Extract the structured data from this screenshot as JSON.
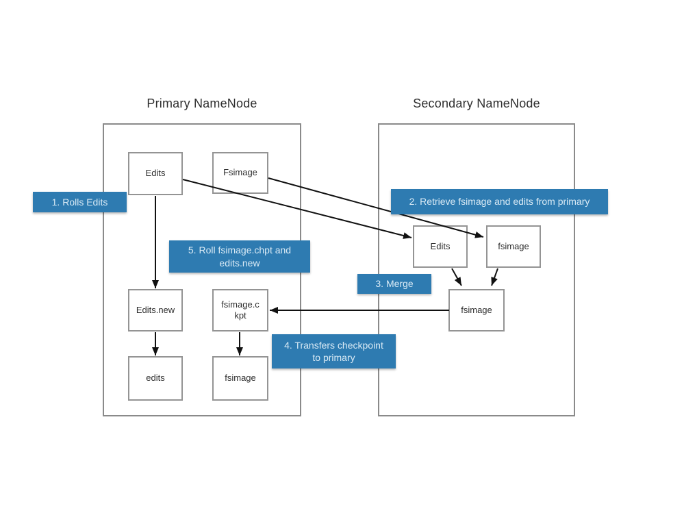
{
  "titles": {
    "primary": "Primary NameNode",
    "secondary": "Secondary NameNode"
  },
  "nodes": {
    "p_edits": "Edits",
    "p_fsimage": "Fsimage",
    "p_edits_new": "Edits.new",
    "p_fsimage_ckpt": "fsimage.ckpt",
    "p_edits_low": "edits",
    "p_fsimage_low": "fsimage",
    "s_edits": "Edits",
    "s_fsimage": "fsimage",
    "s_fsimage_merged": "fsimage"
  },
  "steps": {
    "step1": "1. Rolls Edits",
    "step2": "2. Retrieve fsimage and edits from primary",
    "step3": "3. Merge",
    "step4": "4. Transfers checkpoint\nto primary",
    "step5": "5. Roll fsimage.chpt and\nedits.new"
  },
  "colors": {
    "label_bg": "#2e7bb1",
    "label_text": "#d9eaf5",
    "box_border": "#949494",
    "container_border": "#8a8a8a",
    "arrow": "#111111"
  }
}
